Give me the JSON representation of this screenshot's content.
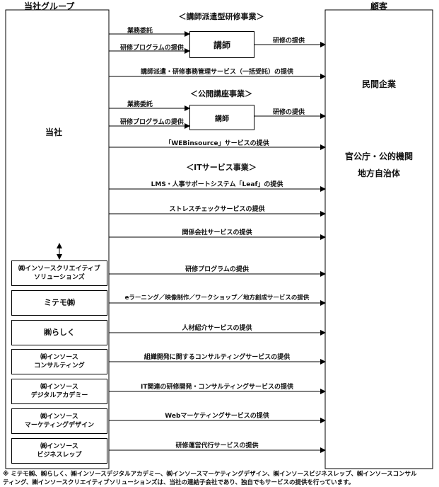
{
  "headers": {
    "left": "当社グループ",
    "right": "顧客"
  },
  "company": "当社",
  "sections": {
    "s1": "＜講師派遣型研修事業＞",
    "s2": "＜公開講座事業＞",
    "s3": "＜ITサービス事業＞"
  },
  "labels": {
    "gyomu1": "業務委託",
    "program1": "研修プログラムの提供",
    "koushi1": "講師",
    "kenshu1": "研修の提供",
    "haken": "講師派遣・研修事務管理サービス（一括受託）の提供",
    "gyomu2": "業務委託",
    "program2": "研修プログラムの提供",
    "koushi2": "講師",
    "kenshu2": "研修の提供",
    "webins": "「WEBinsource」サービスの提供",
    "lms": "LMS・人事サポートシステム「Leaf」の提供",
    "stress": "ストレスチェックサービスの提供",
    "kankei": "関係会社サービスの提供"
  },
  "customers": {
    "minkan": "民間企業",
    "kankocho": "官公庁・公的機関",
    "chiho": "地方自治体"
  },
  "subsidiaries": [
    {
      "line1": "㈱インソースクリエイティブ",
      "line2": "ソリューションズ",
      "service": "研修プログラムの提供"
    },
    {
      "line1": "ミテモ㈱",
      "line2": "",
      "service": "eラーニング／映像制作／ワークショップ／地方創成サービスの提供"
    },
    {
      "line1": "㈱らしく",
      "line2": "",
      "service": "人材紹介サービスの提供"
    },
    {
      "line1": "㈱インソース",
      "line2": "コンサルティング",
      "service": "組織開発に関するコンサルティングサービスの提供"
    },
    {
      "line1": "㈱インソース",
      "line2": "デジタルアカデミー",
      "service": "IT関連の研修開発・コンサルティングサービスの提供"
    },
    {
      "line1": "㈱インソース",
      "line2": "マーケティングデザイン",
      "service": "Webマーケティングサービスの提供"
    },
    {
      "line1": "㈱インソース",
      "line2": "ビジネスレップ",
      "service": "研修運営代行サービスの提供"
    }
  ],
  "footnote": {
    "line1": "※ ミテモ㈱、㈱らしく、㈱インソースデジタルアカデミー、㈱インソースマーケティングデザイン、㈱インソースビジネスレップ、㈱インソースコンサル",
    "line2": "ティング、㈱インソースクリエイティブソリューションズは、当社の連結子会社であり、独自でもサービスの提供を行っています。"
  }
}
